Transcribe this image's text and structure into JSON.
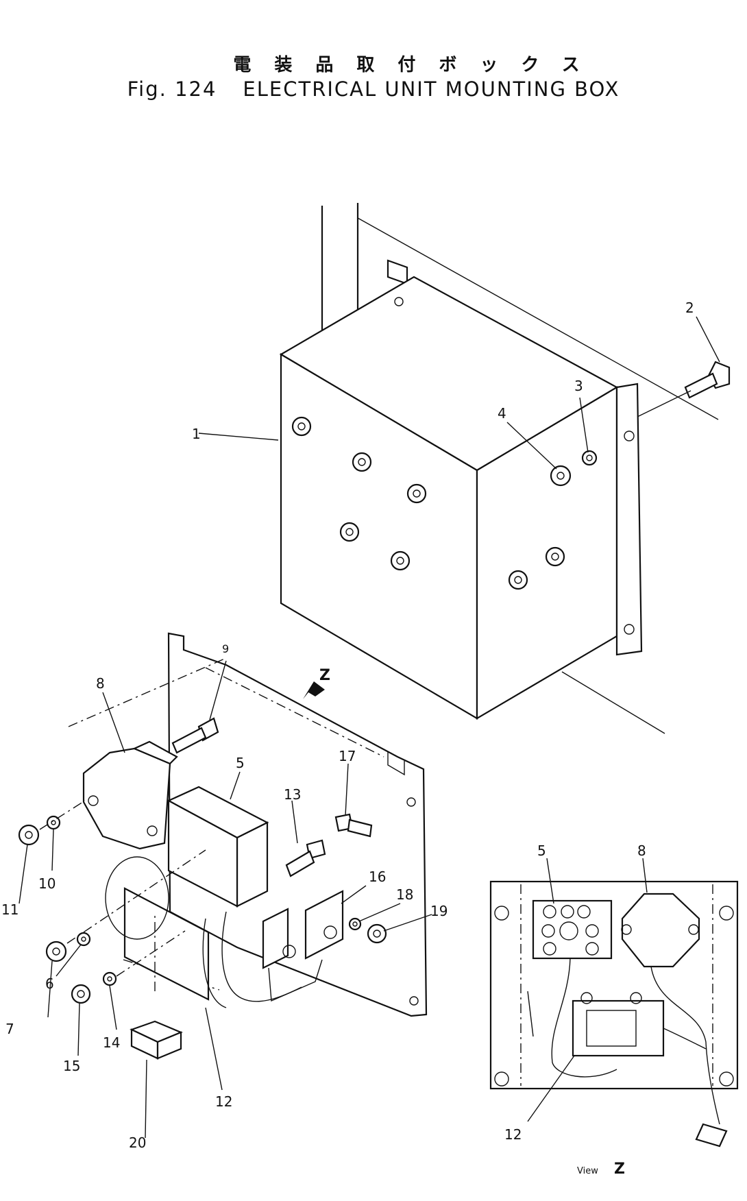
{
  "title": {
    "japanese": "電装品取付ボックス",
    "figure": "Fig. 124",
    "english": "ELECTRICAL UNIT MOUNTING BOX"
  },
  "callouts": {
    "c1": "1",
    "c2": "2",
    "c3": "3",
    "c4": "4",
    "c5": "5",
    "c6": "6",
    "c7": "7",
    "c8": "8",
    "c9": "9",
    "c10": "10",
    "c11": "11",
    "c12": "12",
    "c13": "13",
    "c14": "14",
    "c15": "15",
    "c16": "16",
    "c17": "17",
    "c18": "18",
    "c19": "19",
    "c20": "20"
  },
  "view_arrow_label": "Z",
  "inset": {
    "c5": "5",
    "c8": "8",
    "c12": "12",
    "view_label": "View",
    "view_letter": "Z"
  }
}
